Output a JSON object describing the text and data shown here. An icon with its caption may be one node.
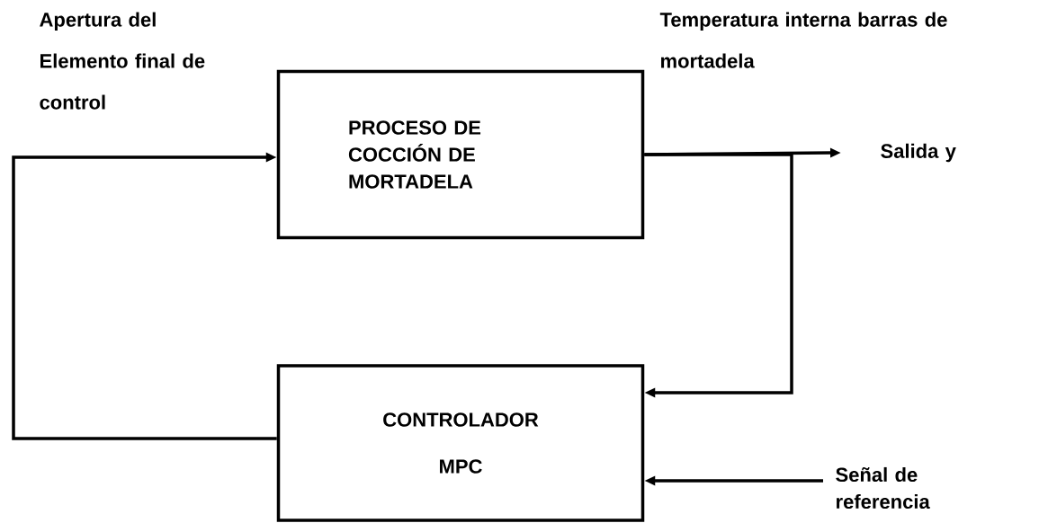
{
  "diagram": {
    "nodes": [
      {
        "text": [
          "PROCESO DE COCCIÓN DE MORTADELA"
        ]
      },
      {
        "text": [
          "CONTROLADOR",
          "MPC"
        ]
      },
      {
        "text": [
          "Salida y"
        ]
      },
      {
        "text": [
          "Señal de referencia"
        ]
      }
    ],
    "edges": [
      {
        "from": 0,
        "to": 2,
        "arrow": "to"
      },
      {
        "from": 0,
        "to": 1,
        "arrow": "to"
      },
      {
        "from": 1,
        "to": 0,
        "arrow": "to"
      },
      {
        "from": 3,
        "to": 1,
        "arrow": "to"
      }
    ],
    "labels": [
      "Apertura del Elemento final de control",
      "Temperatura interna barras de mortadela"
    ]
  }
}
